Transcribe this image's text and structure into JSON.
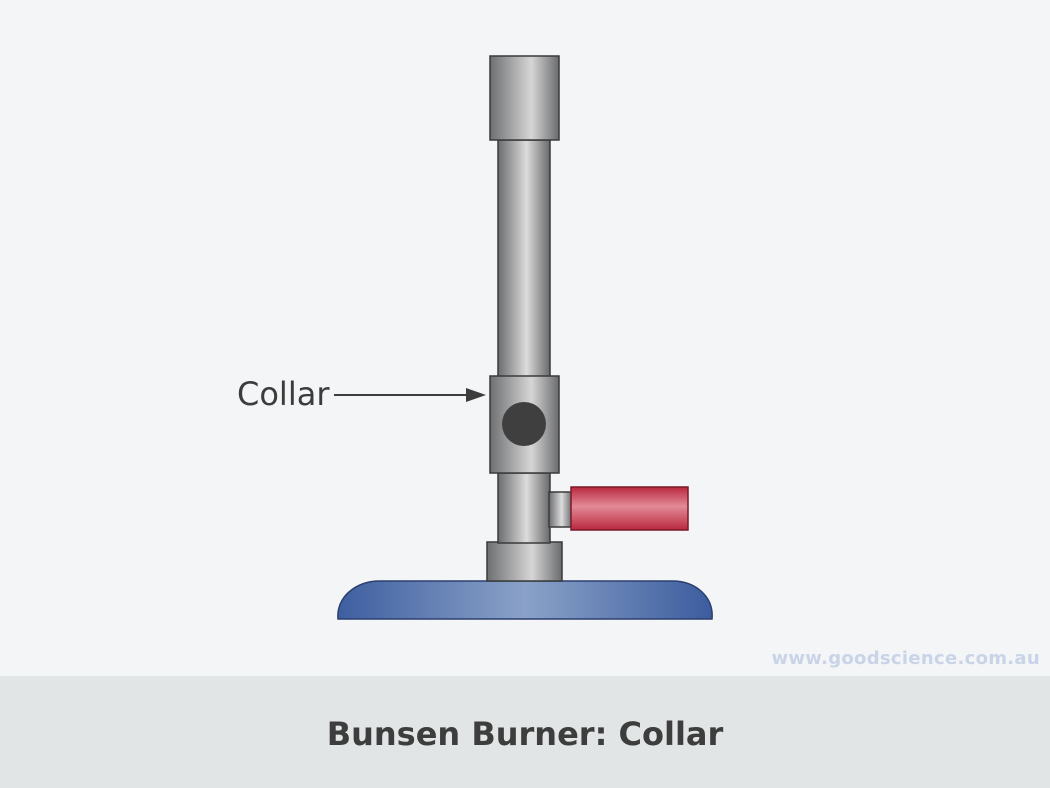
{
  "labels": {
    "collar": "Collar"
  },
  "watermark": "www.goodscience.com.au",
  "caption": {
    "title": "Bunsen Burner: Collar"
  },
  "colors": {
    "background": "#f4f5f7",
    "caption_band": "#e1e5e5",
    "metal_dark": "#6b6c6e",
    "metal_light": "#dcdcdc",
    "base_blue": "#3e5ea0",
    "base_blue_light": "#8aa2c8",
    "gas_inlet_red": "#c9344a",
    "air_hole": "#3f3f3f"
  }
}
